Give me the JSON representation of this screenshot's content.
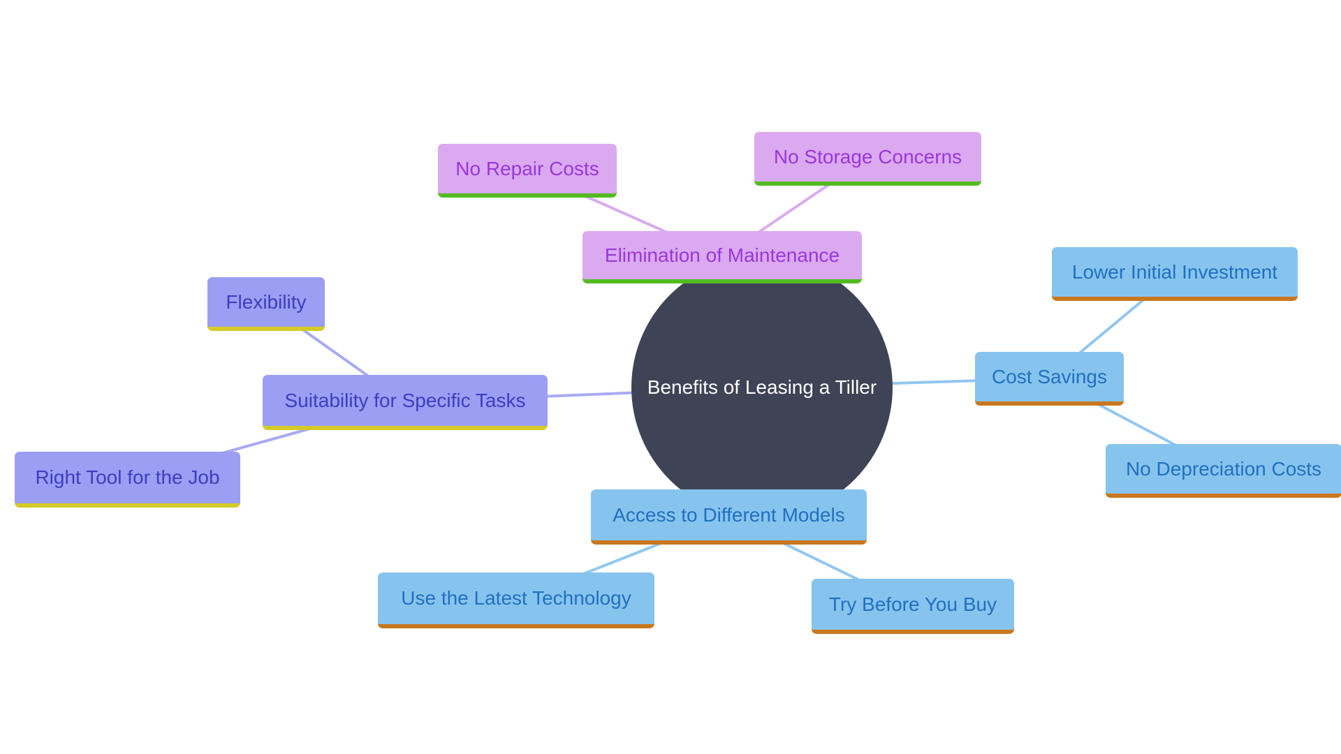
{
  "diagram": {
    "type": "mindmap",
    "title": "Benefits of Leasing a Tiller",
    "root": {
      "label": "Benefits of Leasing a Tiller",
      "fill": "#3e4355",
      "text_color": "#ffffff"
    },
    "branches": {
      "maintenance": {
        "label": "Elimination of Maintenance",
        "fill": "#daa9f0",
        "text_color": "#9b36d9",
        "underline": "#53bb21",
        "line": "#d9abee",
        "children": {
          "no_repair": {
            "label": "No Repair Costs"
          },
          "no_storage": {
            "label": "No Storage Concerns"
          }
        }
      },
      "cost": {
        "label": "Cost Savings",
        "fill": "#87c4ed",
        "text_color": "#2070c2",
        "underline": "#c9771e",
        "line": "#92c7ef",
        "children": {
          "lower_initial": {
            "label": "Lower Initial Investment"
          },
          "no_depreciation": {
            "label": "No Depreciation Costs"
          }
        }
      },
      "suitability": {
        "label": "Suitability for Specific Tasks",
        "fill": "#9b9ef3",
        "text_color": "#3f3dc0",
        "underline": "#d4cb27",
        "line": "#a8aaf3",
        "children": {
          "flexibility": {
            "label": "Flexibility"
          },
          "right_tool": {
            "label": "Right Tool for the Job"
          }
        }
      },
      "access": {
        "label": "Access to Different Models",
        "fill": "#87c4ed",
        "text_color": "#2070c2",
        "underline": "#c9771e",
        "line": "#92c7ef",
        "children": {
          "latest_tech": {
            "label": "Use the Latest Technology"
          },
          "try_before": {
            "label": "Try Before You Buy"
          }
        }
      }
    }
  }
}
